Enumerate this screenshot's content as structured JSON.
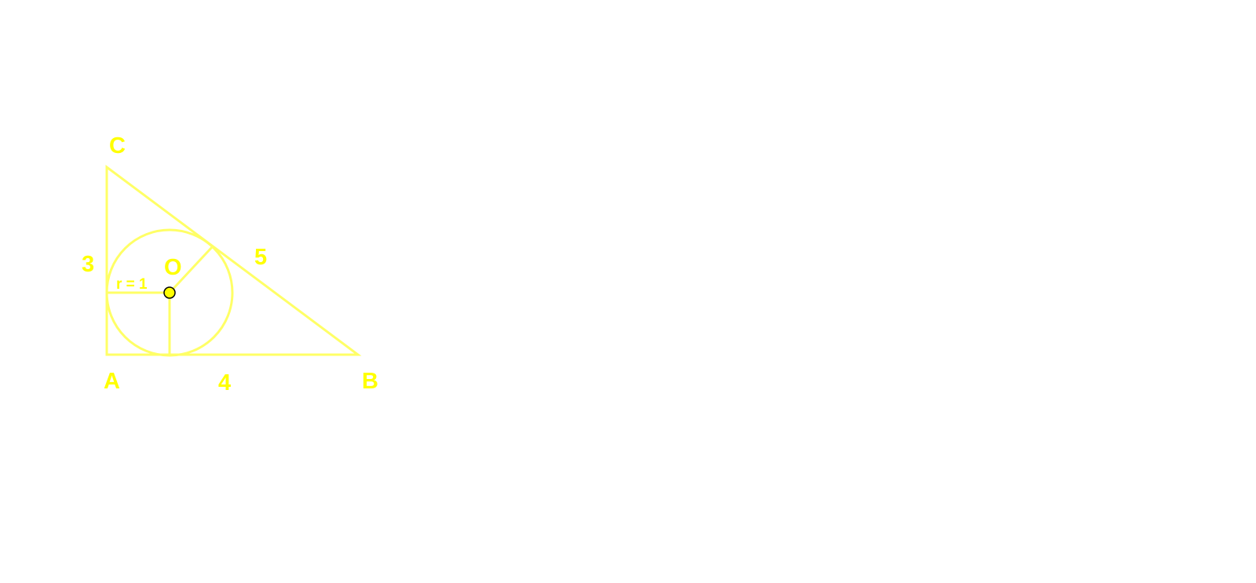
{
  "diagram": {
    "colors": {
      "stroke": "#ffff66",
      "text": "#ffff00",
      "point_fill": "#ffff00",
      "point_stroke": "#000000",
      "background": "#ffffff"
    },
    "vertices": {
      "A": "A",
      "B": "B",
      "C": "C"
    },
    "center": "O",
    "sides": {
      "AC": "3",
      "AB": "4",
      "BC": "5"
    },
    "radius_label": "r = 1"
  }
}
